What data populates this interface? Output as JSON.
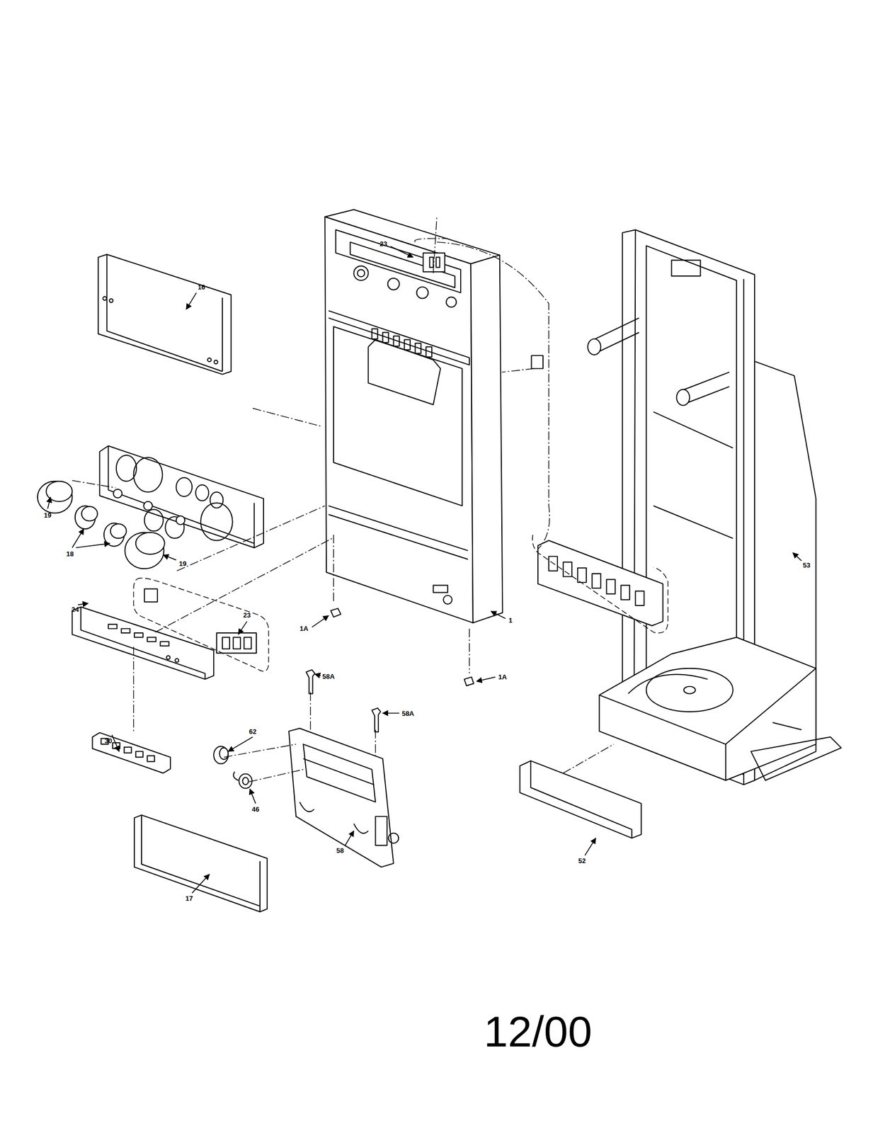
{
  "diagram": {
    "labels": [
      "23",
      "16",
      "19",
      "18",
      "19",
      "24",
      "23",
      "1A",
      "1",
      "1A",
      "30",
      "58A",
      "58A",
      "62",
      "46",
      "58",
      "17",
      "52",
      "53",
      "12/00"
    ]
  }
}
